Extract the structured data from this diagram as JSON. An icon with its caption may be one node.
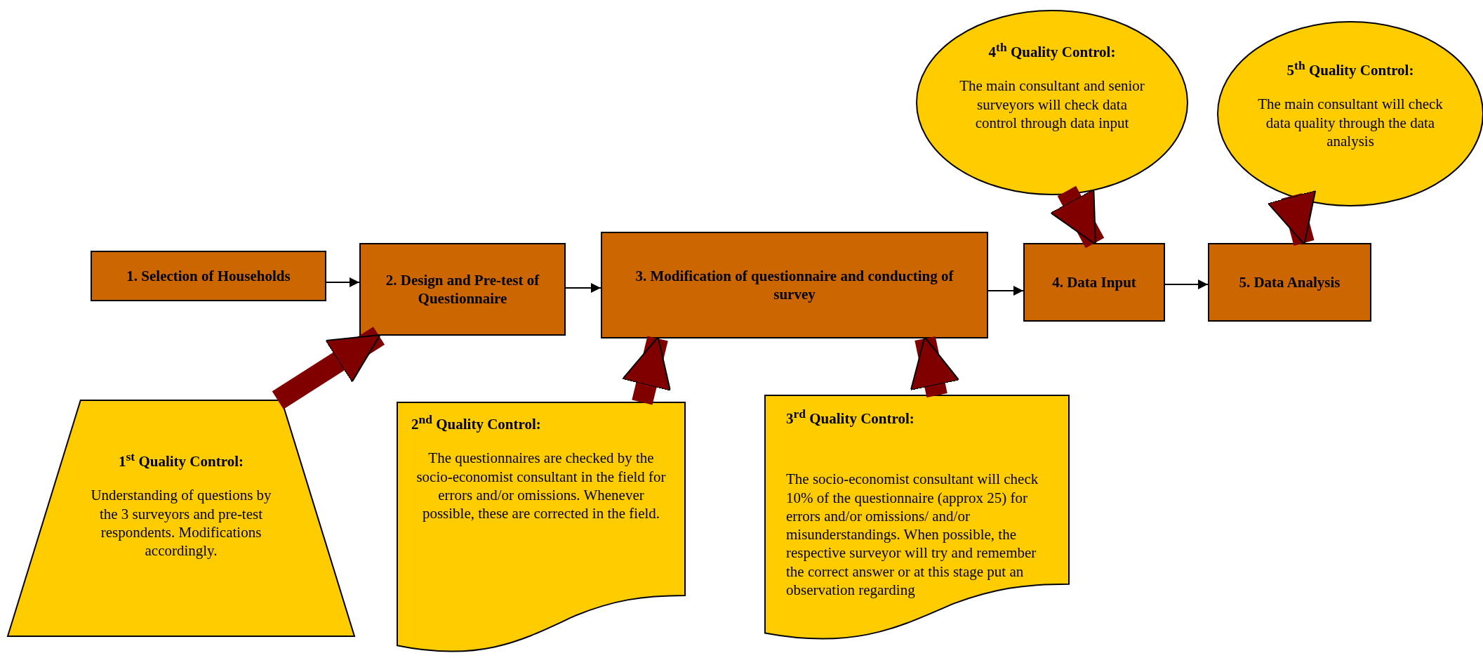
{
  "diagram": {
    "nodes": [
      {
        "text": [
          "1. Selection of Households"
        ]
      },
      {
        "text": [
          "2. Design and Pre-test of Questionnaire"
        ]
      },
      {
        "text": [
          "3. Modification of questionnaire and conducting of survey"
        ]
      },
      {
        "text": [
          "4. Data Input"
        ]
      },
      {
        "text": [
          "5. Data Analysis"
        ]
      },
      {
        "text": [
          "1$^{st}$ Quality Control:",
          "Understanding of questions by the 3 surveyors and pre-test respondents. Modifications accordingly."
        ]
      },
      {
        "text": [
          "2$^{nd}$ Quality Control:",
          "The questionnaires are checked by the socio-economist consultant in the field for errors and/or omissions. Whenever possible, these are corrected in the field."
        ]
      },
      {
        "text": [
          "3$^{rd}$ Quality Control:",
          "The socio-economist consultant will check 10% of the questionnaire (approx 25) for errors and/or omissions/ and/or misunderstandings. When possible, the respective surveyor will try and remember the correct answer or at this stage put an observation regarding"
        ]
      },
      {
        "text": [
          "4$^{th}$ Quality Control:",
          "The main consultant and senior surveyors will check data control through data input"
        ]
      },
      {
        "text": [
          "5$^{th}$ Quality Control:",
          "The main consultant will check data quality through the data analysis"
        ]
      }
    ],
    "edges": [
      {
        "from": 0,
        "to": 1,
        "arrow": "to",
        "color": "#000000"
      },
      {
        "from": 1,
        "to": 2,
        "arrow": "to",
        "color": "#000000"
      },
      {
        "from": 2,
        "to": 3,
        "arrow": "to",
        "color": "#000000"
      },
      {
        "from": 3,
        "to": 4,
        "arrow": "to",
        "color": "#000000"
      },
      {
        "from": 5,
        "to": 1,
        "arrow": "to"
      },
      {
        "from": 6,
        "to": 2,
        "arrow": "to"
      },
      {
        "from": 7,
        "to": 2,
        "arrow": "to"
      },
      {
        "from": 8,
        "to": 3,
        "arrow": "to"
      },
      {
        "from": 9,
        "to": 4,
        "arrow": "to"
      }
    ]
  }
}
